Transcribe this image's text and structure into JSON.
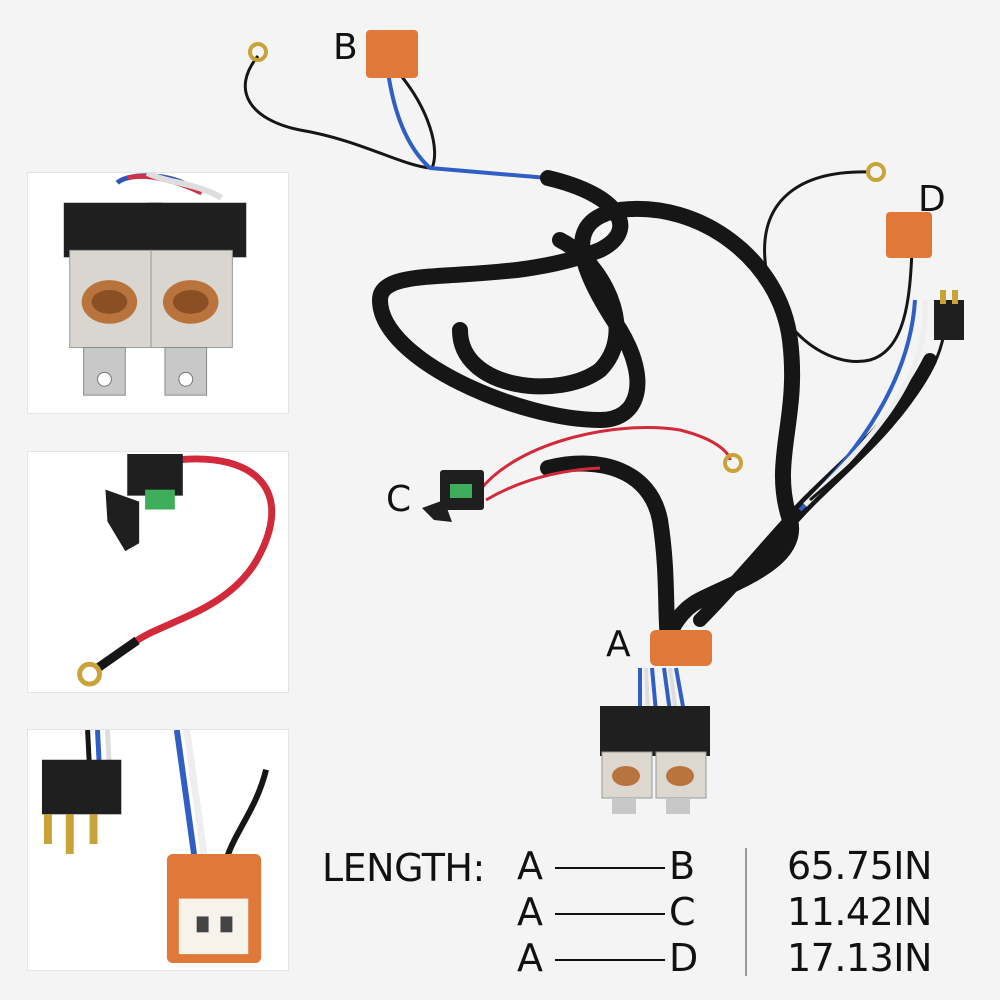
{
  "labels": {
    "a": "A",
    "b": "B",
    "c": "C",
    "d": "D"
  },
  "length": {
    "title": "LENGTH:",
    "rows": [
      {
        "from": "A",
        "to": "B",
        "value": "65.75IN"
      },
      {
        "from": "A",
        "to": "C",
        "value": "11.42IN"
      },
      {
        "from": "A",
        "to": "D",
        "value": "17.13IN"
      }
    ]
  },
  "colors": {
    "cable": "#161616",
    "connector": "#e0783a",
    "red_wire": "#d22a3a",
    "blue_wire": "#2f5fc4",
    "relay_body": "#1f1f1f",
    "copper": "#b8743c",
    "fuse": "#3fae5a"
  }
}
